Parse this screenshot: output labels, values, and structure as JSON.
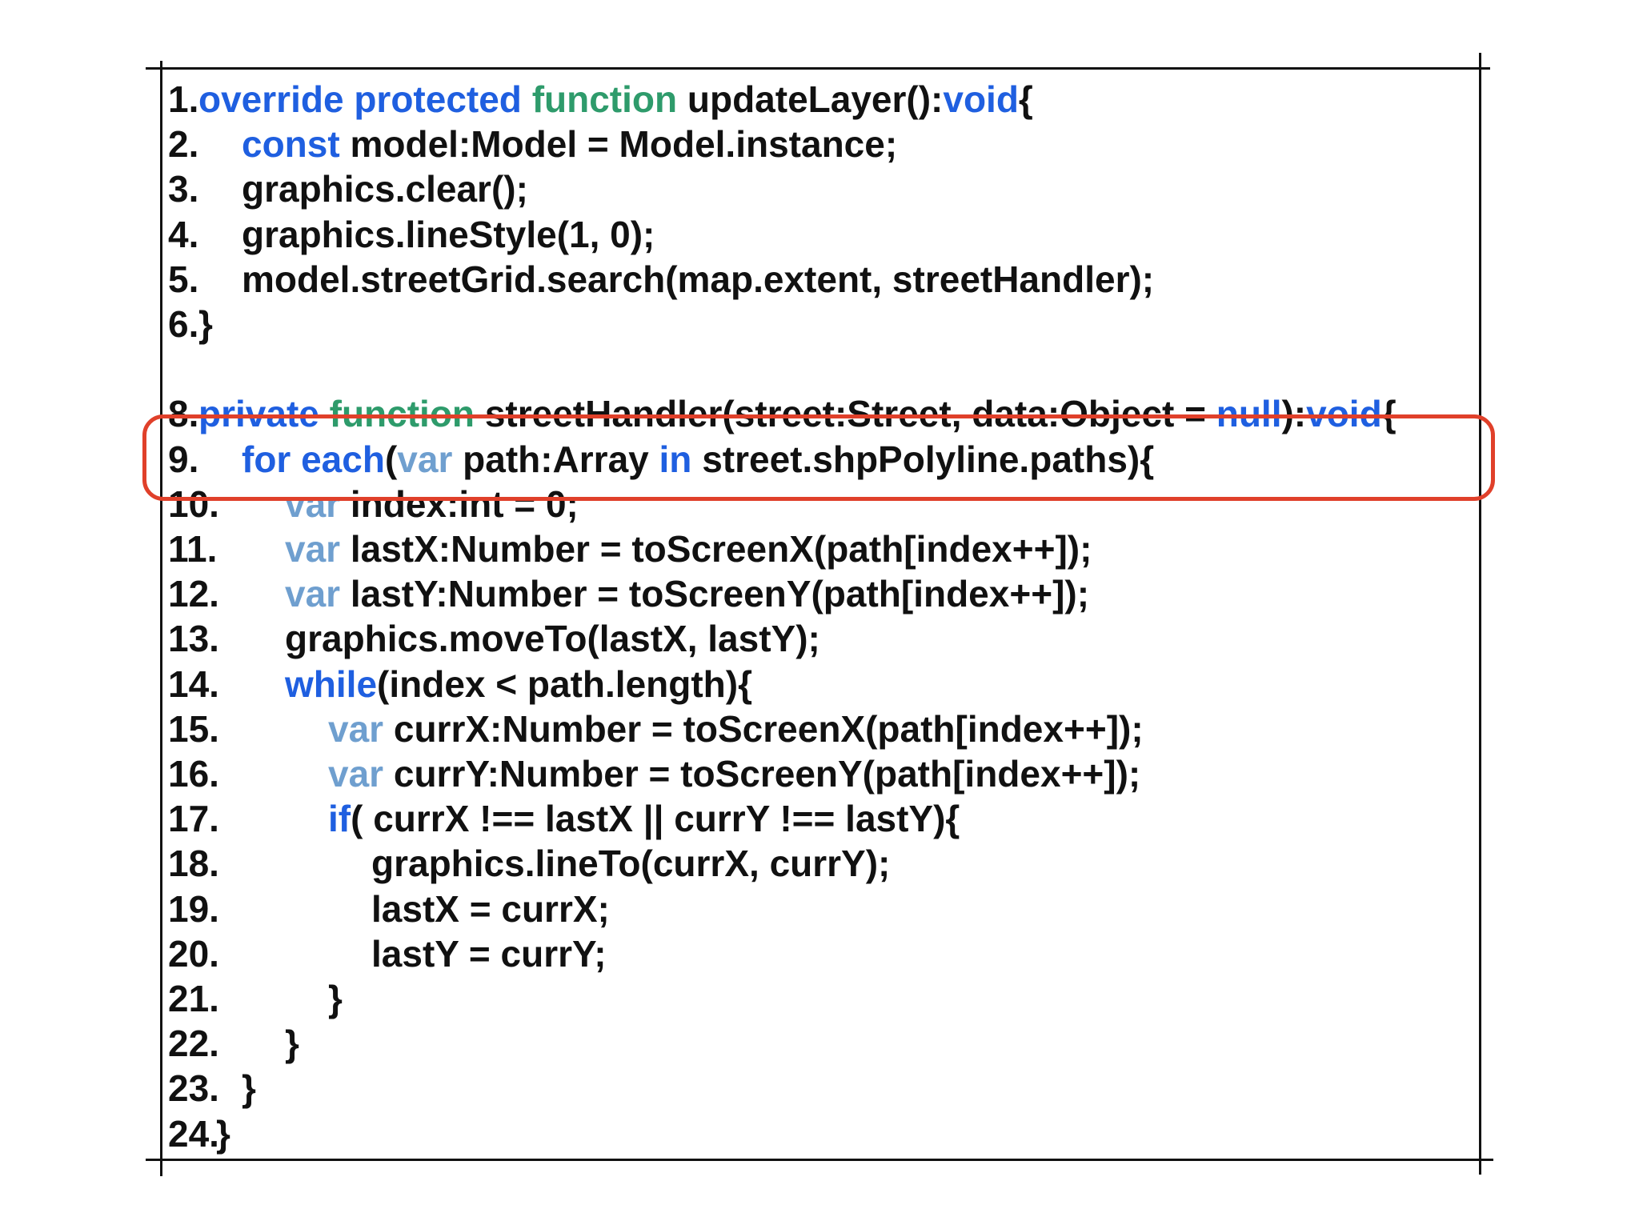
{
  "colors": {
    "keyword_blue": "#1f5fe0",
    "function_green": "#2e9b6b",
    "var_lightblue": "#6f9fcf",
    "text": "#111111",
    "highlight": "#e0402a"
  },
  "code_lines": [
    {
      "num": "1.",
      "indent": 0,
      "tokens": [
        {
          "t": "override",
          "c": "blue"
        },
        {
          "t": " ",
          "c": ""
        },
        {
          "t": "protected",
          "c": "blue"
        },
        {
          "t": " ",
          "c": ""
        },
        {
          "t": "function",
          "c": "green"
        },
        {
          "t": " updateLayer():",
          "c": ""
        },
        {
          "t": "void",
          "c": "blue"
        },
        {
          "t": "{",
          "c": ""
        }
      ]
    },
    {
      "num": "2.",
      "indent": 1,
      "tokens": [
        {
          "t": "const",
          "c": "blue"
        },
        {
          "t": " model:Model = Model.instance;",
          "c": ""
        }
      ]
    },
    {
      "num": "3.",
      "indent": 1,
      "tokens": [
        {
          "t": "graphics.clear();",
          "c": ""
        }
      ]
    },
    {
      "num": "4.",
      "indent": 1,
      "tokens": [
        {
          "t": "graphics.lineStyle(1, 0);",
          "c": ""
        }
      ]
    },
    {
      "num": "5.",
      "indent": 1,
      "tokens": [
        {
          "t": "model.streetGrid.search(map.extent, streetHandler);",
          "c": ""
        }
      ]
    },
    {
      "num": "6.",
      "indent": 0,
      "tokens": [
        {
          "t": "}",
          "c": ""
        }
      ]
    },
    {
      "num": "8.",
      "indent": 0,
      "tokens": [
        {
          "t": "private",
          "c": "blue"
        },
        {
          "t": " ",
          "c": ""
        },
        {
          "t": "function",
          "c": "green"
        },
        {
          "t": " streetHandler(street:Street, data:Object = ",
          "c": ""
        },
        {
          "t": "null",
          "c": "blue"
        },
        {
          "t": "):",
          "c": ""
        },
        {
          "t": "void",
          "c": "blue"
        },
        {
          "t": "{",
          "c": ""
        }
      ]
    },
    {
      "num": "9.",
      "indent": 1,
      "tokens": [
        {
          "t": "for each",
          "c": "blue"
        },
        {
          "t": "(",
          "c": ""
        },
        {
          "t": "var",
          "c": "light"
        },
        {
          "t": " path:Array ",
          "c": ""
        },
        {
          "t": "in",
          "c": "blue"
        },
        {
          "t": " street.shpPolyline.paths){",
          "c": ""
        }
      ]
    },
    {
      "num": "10.",
      "indent": 2,
      "tokens": [
        {
          "t": "var",
          "c": "light"
        },
        {
          "t": " index:int = 0;",
          "c": ""
        }
      ]
    },
    {
      "num": "11.",
      "indent": 2,
      "tokens": [
        {
          "t": "var",
          "c": "light"
        },
        {
          "t": " lastX:Number = toScreenX(path[index++]);",
          "c": ""
        }
      ]
    },
    {
      "num": "12.",
      "indent": 2,
      "tokens": [
        {
          "t": "var",
          "c": "light"
        },
        {
          "t": " lastY:Number = toScreenY(path[index++]);",
          "c": ""
        }
      ]
    },
    {
      "num": "13.",
      "indent": 2,
      "tokens": [
        {
          "t": "graphics.moveTo(lastX, lastY);",
          "c": ""
        }
      ]
    },
    {
      "num": "14.",
      "indent": 2,
      "tokens": [
        {
          "t": "while",
          "c": "blue"
        },
        {
          "t": "(index < path.length){",
          "c": ""
        }
      ]
    },
    {
      "num": "15.",
      "indent": 3,
      "tokens": [
        {
          "t": "var",
          "c": "light"
        },
        {
          "t": " currX:Number = toScreenX(path[index++]);",
          "c": ""
        }
      ]
    },
    {
      "num": "16.",
      "indent": 3,
      "tokens": [
        {
          "t": "var",
          "c": "light"
        },
        {
          "t": " currY:Number = toScreenY(path[index++]);",
          "c": ""
        }
      ]
    },
    {
      "num": "17.",
      "indent": 3,
      "tokens": [
        {
          "t": "if",
          "c": "blue"
        },
        {
          "t": "( currX !== lastX || currY !== lastY){",
          "c": ""
        }
      ]
    },
    {
      "num": "18.",
      "indent": 4,
      "tokens": [
        {
          "t": "graphics.lineTo(currX, currY);",
          "c": ""
        }
      ]
    },
    {
      "num": "19.",
      "indent": 4,
      "tokens": [
        {
          "t": "lastX = currX;",
          "c": ""
        }
      ]
    },
    {
      "num": "20.",
      "indent": 4,
      "tokens": [
        {
          "t": "lastY = currY;",
          "c": ""
        }
      ]
    },
    {
      "num": "21.",
      "indent": 3,
      "tokens": [
        {
          "t": "}",
          "c": ""
        }
      ]
    },
    {
      "num": "22.",
      "indent": 2,
      "tokens": [
        {
          "t": "}",
          "c": ""
        }
      ]
    },
    {
      "num": "23.",
      "indent": 1,
      "tokens": [
        {
          "t": "}",
          "c": ""
        }
      ]
    },
    {
      "num": "24.",
      "indent": 0,
      "tokens": [
        {
          "t": "}",
          "c": ""
        }
      ]
    }
  ]
}
